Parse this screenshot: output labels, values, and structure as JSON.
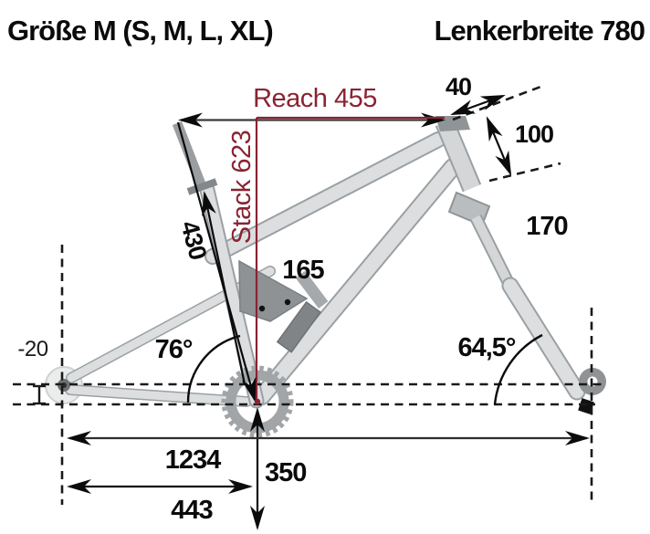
{
  "header": {
    "size_label": "Größe M (S, M, L, XL)",
    "handlebar_label": "Lenkerbreite 780"
  },
  "dimensions": {
    "reach": "Reach 455",
    "stack": "Stack 623",
    "stem_length": "40",
    "head_tube_length": "100",
    "fork_travel": "170",
    "seat_tube_length": "430",
    "crank_length": "165",
    "seat_tube_angle": "76°",
    "head_tube_angle": "64,5°",
    "bb_drop": "-20",
    "wheelbase": "1234",
    "chainstay_length": "443",
    "bb_height": "350"
  },
  "colors": {
    "accent_red": "#8A2332",
    "ink": "#1A1A1A",
    "frame_fill": "#D9DBDC",
    "frame_outline": "#9AA0A3",
    "dark_part": "#8E9294"
  }
}
